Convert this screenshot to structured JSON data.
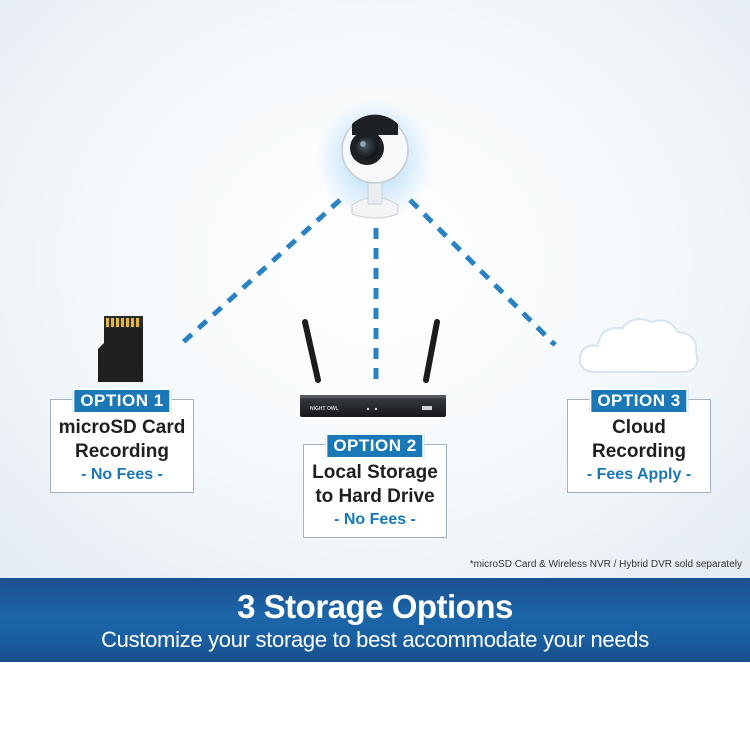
{
  "options": [
    {
      "tag": "OPTION 1",
      "line1": "microSD Card",
      "line2": "Recording",
      "fee": "- No Fees -"
    },
    {
      "tag": "OPTION 2",
      "line1": "Local Storage",
      "line2": "to Hard Drive",
      "fee": "- No Fees -"
    },
    {
      "tag": "OPTION 3",
      "line1": "Cloud",
      "line2": "Recording",
      "fee": "- Fees Apply -"
    }
  ],
  "nvr_brand": "NIGHT OWL",
  "note": "*microSD Card & Wireless NVR / Hybrid DVR sold separately",
  "banner": {
    "title": "3 Storage Options",
    "subtitle": "Customize your storage to best accommodate your needs"
  },
  "colors": {
    "accent": "#1a78b7",
    "banner": "#1b5fa3",
    "link": "#2a82c4"
  },
  "icons": [
    "camera-icon",
    "microsd-card-icon",
    "nvr-router-icon",
    "cloud-icon"
  ]
}
